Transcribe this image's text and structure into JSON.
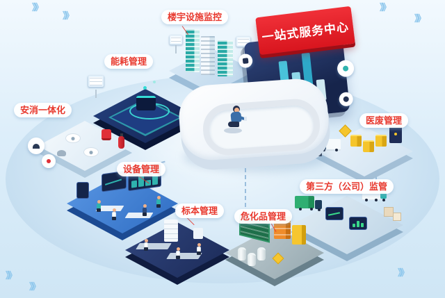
{
  "scene": {
    "title": "一站式服务中心"
  },
  "modules": [
    {
      "key": "building",
      "label": "楼宇设施监控"
    },
    {
      "key": "energy",
      "label": "能耗管理"
    },
    {
      "key": "security",
      "label": "安消一体化"
    },
    {
      "key": "equipment",
      "label": "设备管理"
    },
    {
      "key": "specimen",
      "label": "标本管理"
    },
    {
      "key": "hazmat",
      "label": "危化品管理"
    },
    {
      "key": "medwaste",
      "label": "医废管理"
    },
    {
      "key": "thirdparty",
      "label": "第三方（公司）监管"
    }
  ],
  "decor": {
    "chevrons": "》》"
  },
  "colors": {
    "banner_red": "#d8151e",
    "label_red": "#e8392e",
    "teal": "#2fb3ae",
    "navy": "#16254d",
    "sky": "#cfe6f5",
    "tile_blue": "#3f7fd9",
    "hazmat_orange": "#ef8c2b",
    "bin_yellow": "#f5c52c",
    "truck_green": "#2fae72"
  }
}
